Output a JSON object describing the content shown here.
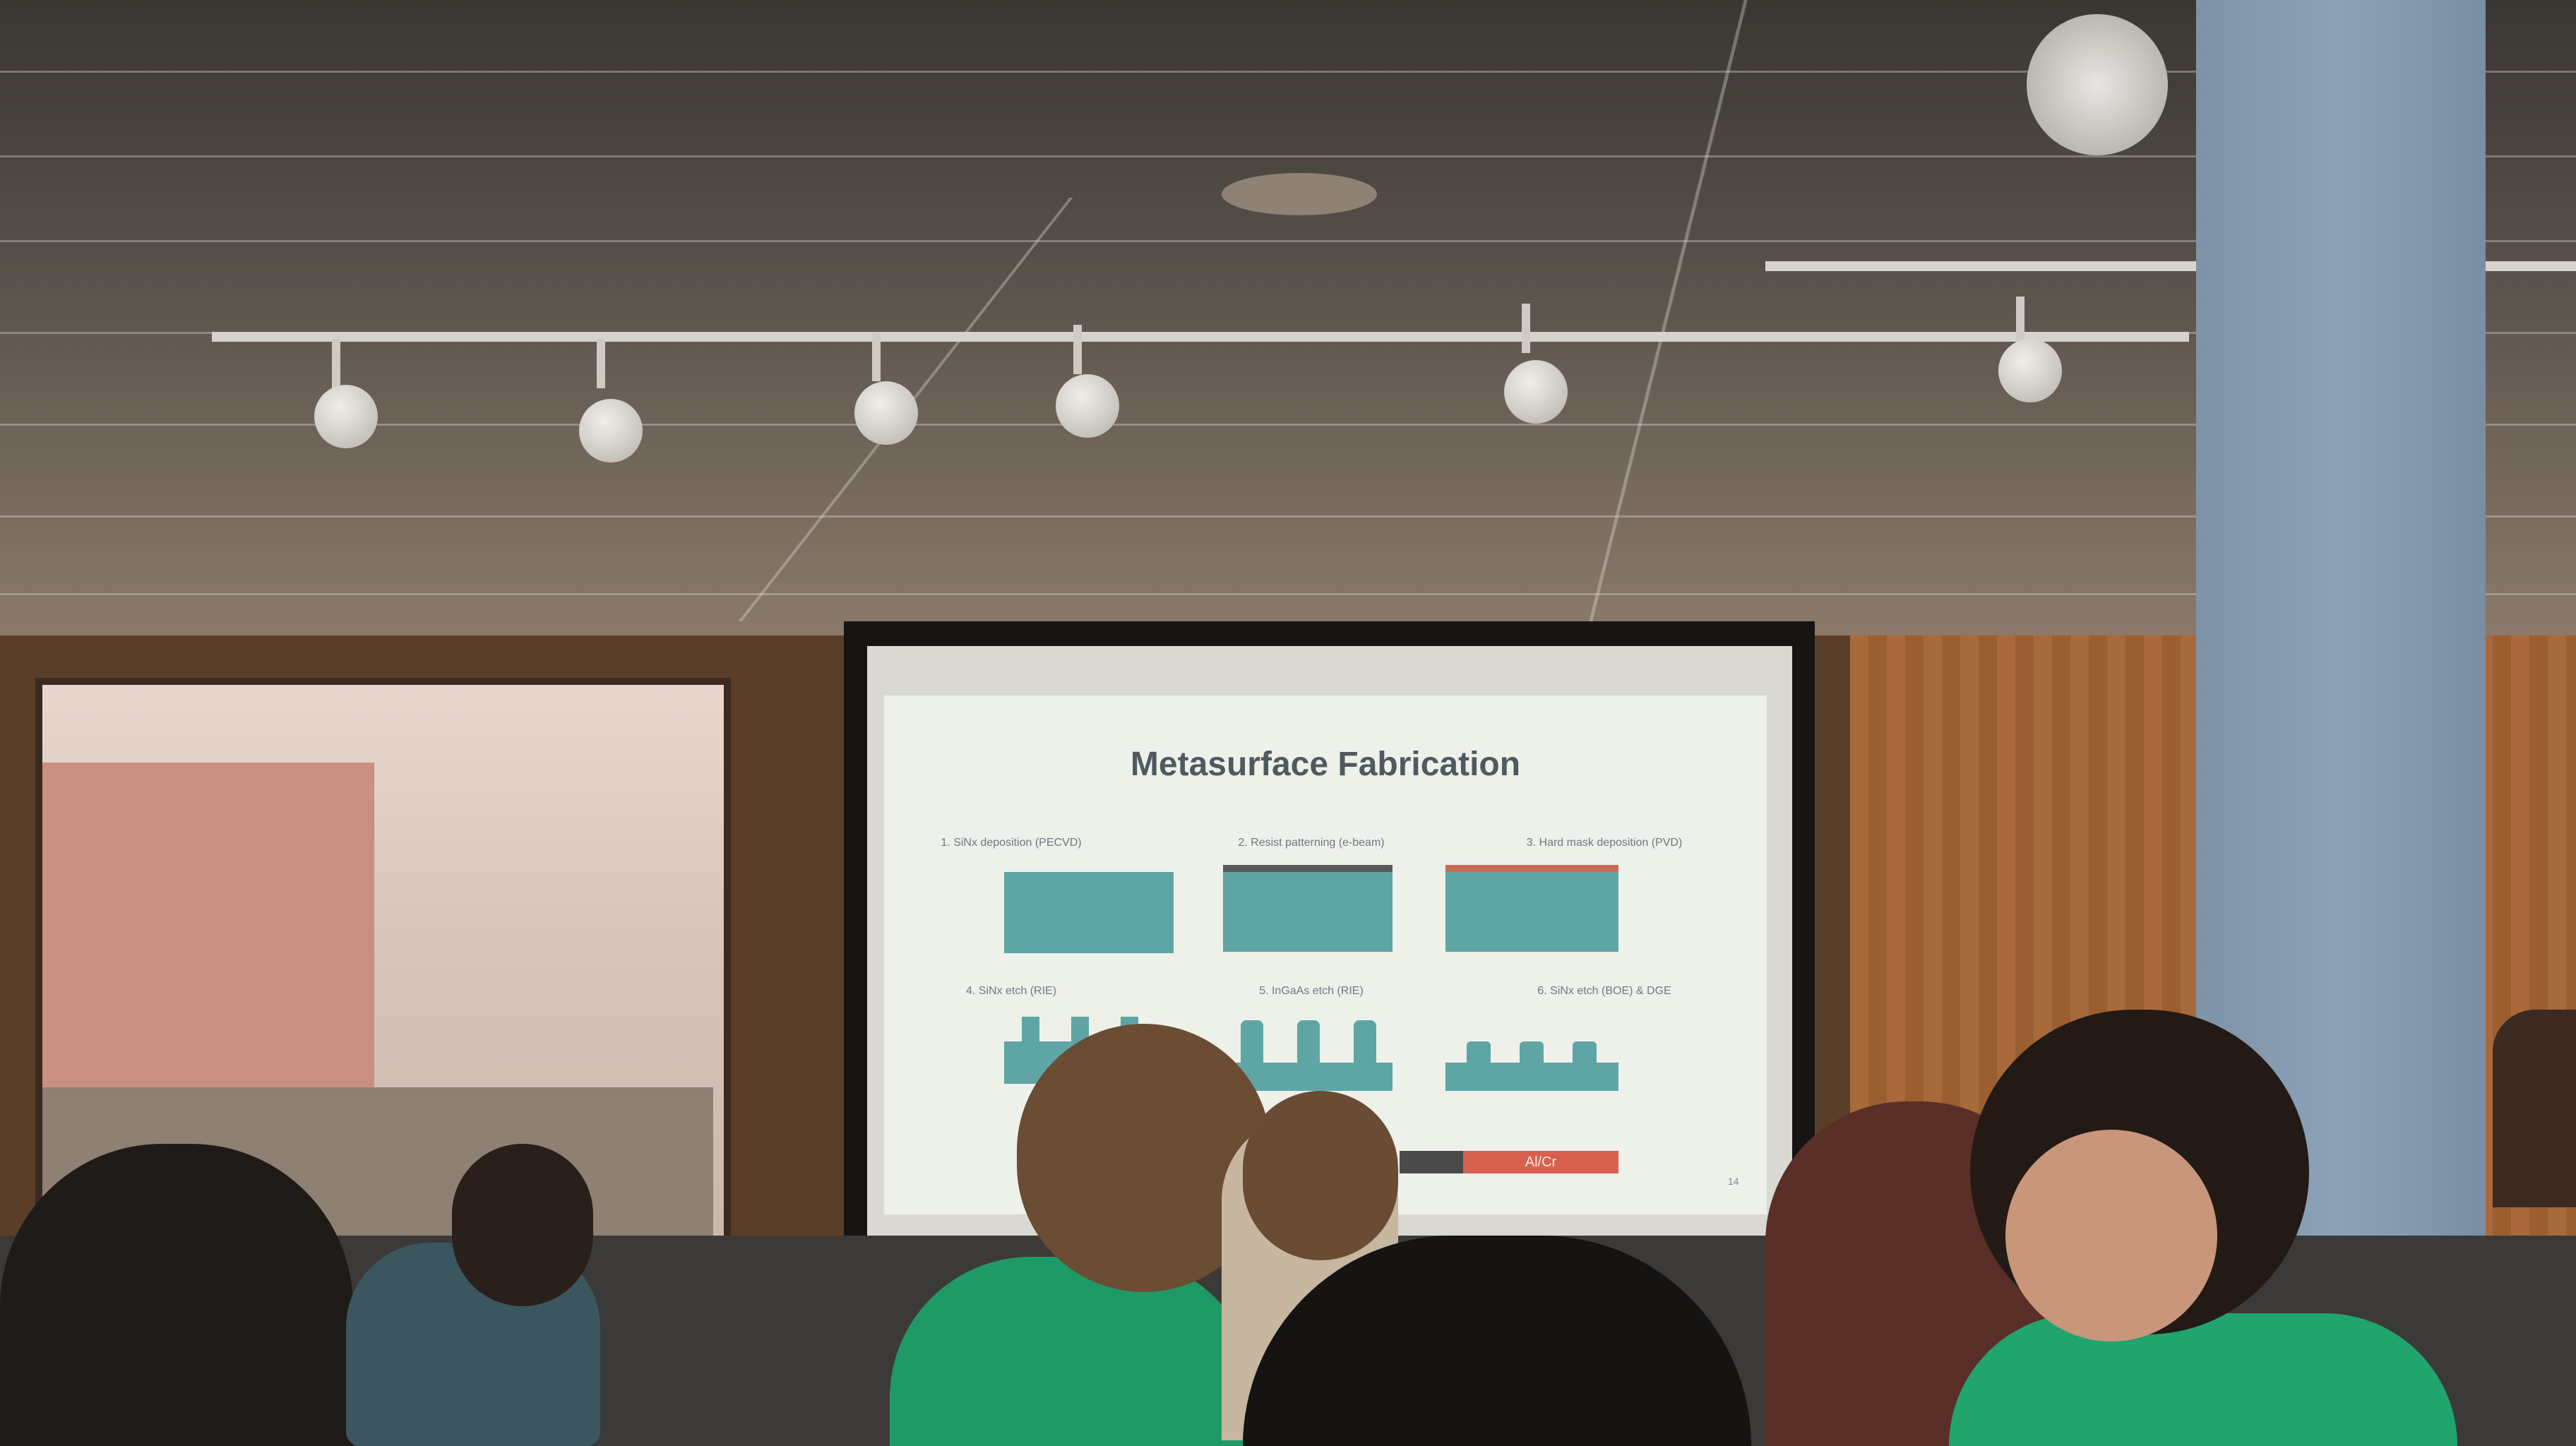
{
  "slide": {
    "title": "Metasurface Fabrication",
    "steps": [
      "1. SiNx deposition (PECVD)",
      "2. Resist patterning (e-beam)",
      "3. Hard mask deposition (PVD)",
      "4. SiNx etch (RIE)",
      "5. InGaAs etch (RIE)",
      "6. SiNx etch (BOE) & DGE"
    ],
    "legend_metal": "Al/Cr",
    "page_number": "14"
  },
  "colors": {
    "substrate": "#5fa5a6",
    "resist": "#5a5a5a",
    "hard_mask": "#c96c55",
    "legend_metal": "#d7614e",
    "slide_bg": "#eef0ea",
    "title_text": "#505a5e"
  }
}
